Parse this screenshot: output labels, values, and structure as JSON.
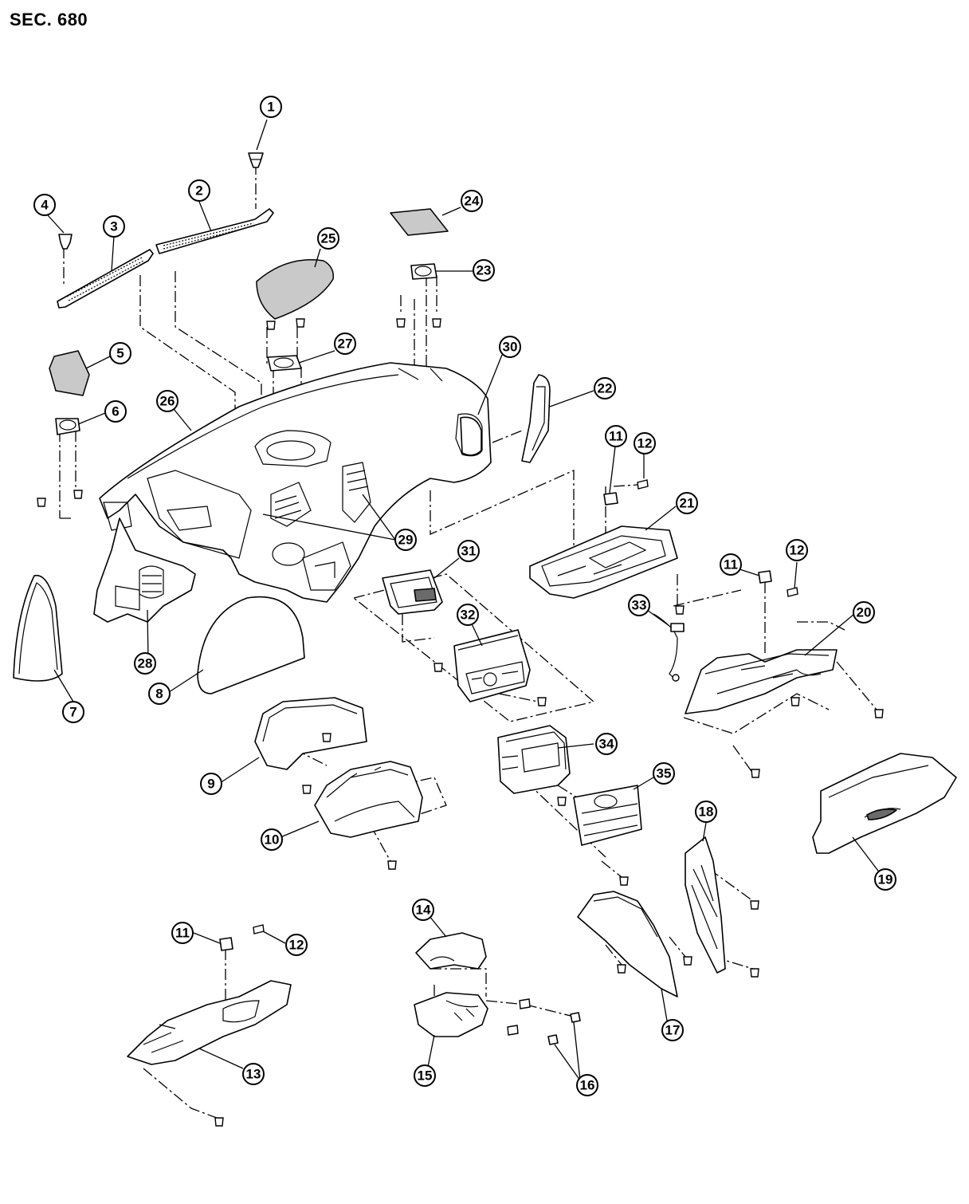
{
  "title": "SEC. 680",
  "callouts": [
    {
      "label": "1"
    },
    {
      "label": "2"
    },
    {
      "label": "3"
    },
    {
      "label": "4"
    },
    {
      "label": "5"
    },
    {
      "label": "6"
    },
    {
      "label": "26"
    },
    {
      "label": "25"
    },
    {
      "label": "27"
    },
    {
      "label": "24"
    },
    {
      "label": "23"
    },
    {
      "label": "30"
    },
    {
      "label": "22"
    },
    {
      "label": "11"
    },
    {
      "label": "12"
    },
    {
      "label": "21"
    },
    {
      "label": "29"
    },
    {
      "label": "31"
    },
    {
      "label": "11"
    },
    {
      "label": "12"
    },
    {
      "label": "33"
    },
    {
      "label": "20"
    },
    {
      "label": "32"
    },
    {
      "label": "28"
    },
    {
      "label": "7"
    },
    {
      "label": "8"
    },
    {
      "label": "34"
    },
    {
      "label": "9"
    },
    {
      "label": "35"
    },
    {
      "label": "10"
    },
    {
      "label": "18"
    },
    {
      "label": "19"
    },
    {
      "label": "14"
    },
    {
      "label": "11"
    },
    {
      "label": "12"
    },
    {
      "label": "17"
    },
    {
      "label": "13"
    },
    {
      "label": "15"
    },
    {
      "label": "16"
    }
  ]
}
